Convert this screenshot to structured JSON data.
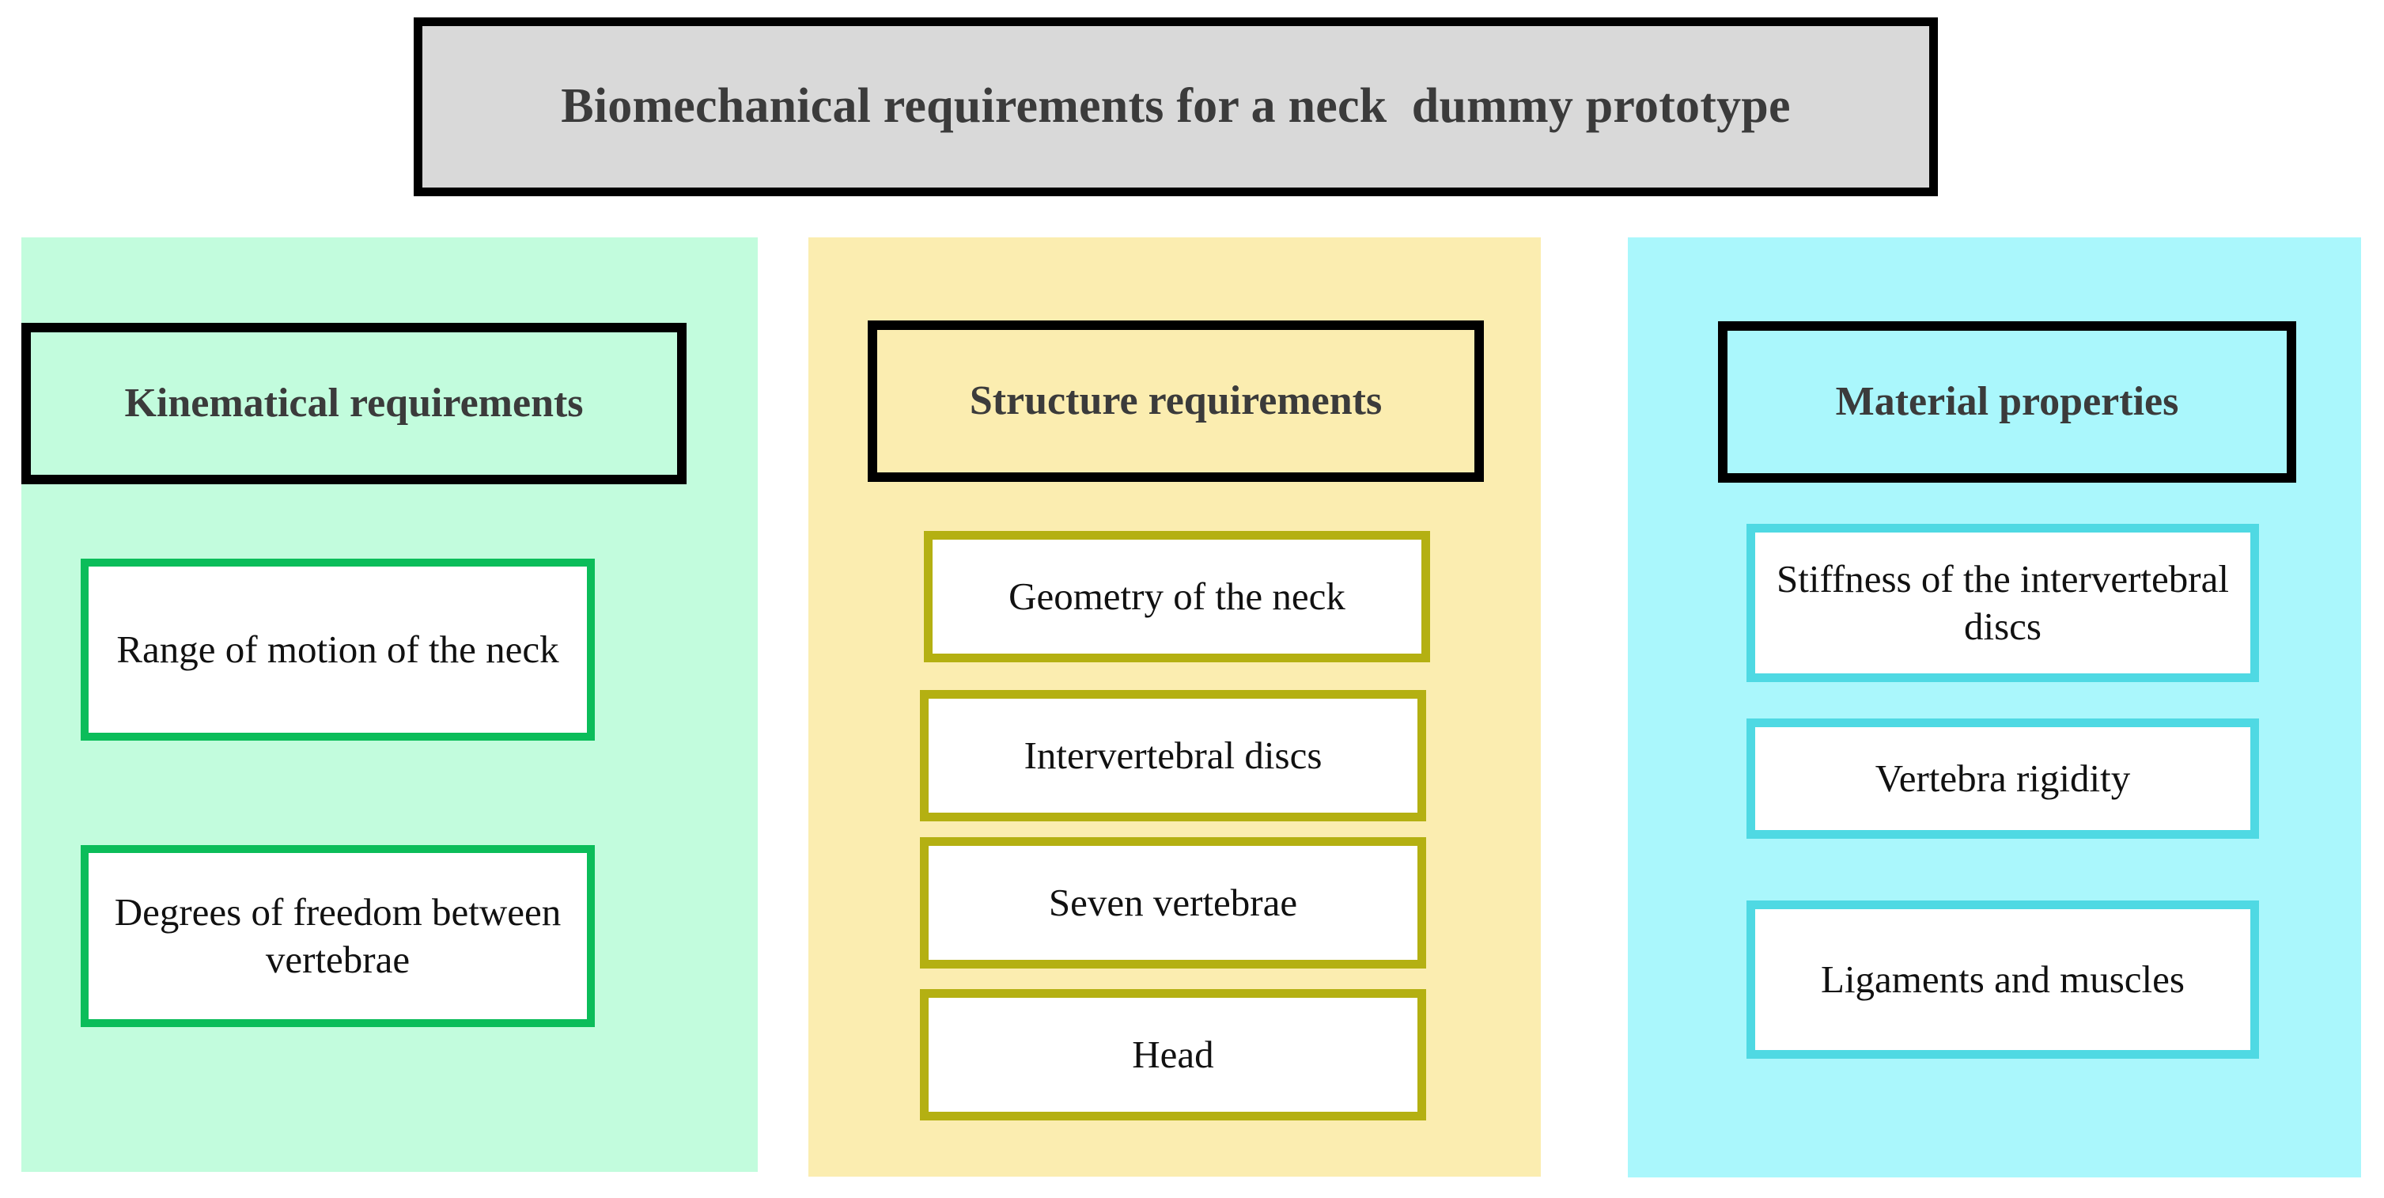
{
  "title": {
    "text": "Biomechanical requirements for a neck  dummy prototype"
  },
  "columns": [
    {
      "key": "kinematical",
      "header": "Kinematical requirements",
      "panel_color": "#c2fcdd",
      "box_border_color": "#0bbd5a",
      "items": [
        "Range of motion of the neck",
        "Degrees of freedom between vertebrae"
      ]
    },
    {
      "key": "structure",
      "header": "Structure requirements",
      "panel_color": "#fbedb0",
      "box_border_color": "#b4b012",
      "items": [
        "Geometry of the neck",
        "Intervertebral discs",
        "Seven vertebrae",
        "Head"
      ]
    },
    {
      "key": "material",
      "header": "Material properties",
      "panel_color": "#aaf7fc",
      "box_border_color": "#4fd9e3",
      "items": [
        "Stiffness of the intervertebral discs",
        "Vertebra rigidity",
        "Ligaments and muscles"
      ]
    }
  ],
  "colors": {
    "title_fill": "#d9d9d9",
    "title_border": "#000000",
    "header_border": "#000000",
    "item_fill": "#ffffff",
    "page_background": "#ffffff"
  }
}
